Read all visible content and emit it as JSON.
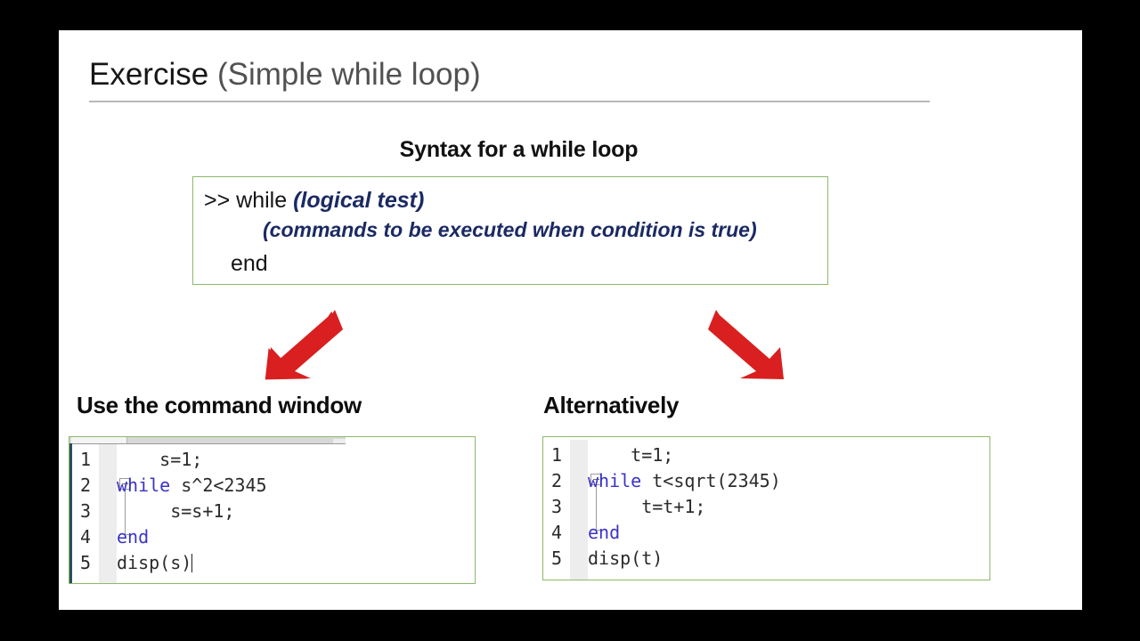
{
  "slide": {
    "title_strong": "Exercise",
    "title_rest": " (Simple while loop)",
    "syntax_heading": "Syntax for a while loop"
  },
  "syntax_box": {
    "line1_prefix": ">> while ",
    "line1_emphasis": "(logical test)",
    "line2_emphasis": "(commands to be executed when condition is true)",
    "line3": "end",
    "border_color": "#8db96b",
    "emphasis_color": "#1b2a63"
  },
  "arrows": {
    "color": "#d91f1f",
    "left": {
      "name": "down-left-arrow",
      "direction": "down-left"
    },
    "right": {
      "name": "down-right-arrow",
      "direction": "down-right"
    }
  },
  "left_panel": {
    "heading": "Use the command window",
    "editor": {
      "border_color": "#8db96b",
      "keyword_color": "#3a34c7",
      "line_numbers": [
        "1",
        "2",
        "3",
        "4",
        "5"
      ],
      "lines": [
        {
          "n": "1",
          "indent": "    ",
          "keyword": "",
          "rest": "s=1;"
        },
        {
          "n": "2",
          "indent": "",
          "keyword": "while",
          "rest": " s^2<2345"
        },
        {
          "n": "3",
          "indent": "     ",
          "keyword": "",
          "rest": "s=s+1;"
        },
        {
          "n": "4",
          "indent": "",
          "keyword": "end",
          "rest": ""
        },
        {
          "n": "5",
          "indent": "",
          "keyword": "",
          "rest": "disp(s)"
        }
      ],
      "caret_after_line": "5",
      "has_tab_strip": true,
      "has_accent_bar": true
    }
  },
  "right_panel": {
    "heading": "Alternatively",
    "editor": {
      "border_color": "#8db96b",
      "keyword_color": "#3a34c7",
      "line_numbers": [
        "1",
        "2",
        "3",
        "4",
        "5"
      ],
      "lines": [
        {
          "n": "1",
          "indent": "    ",
          "keyword": "",
          "rest": "t=1;"
        },
        {
          "n": "2",
          "indent": "",
          "keyword": "while",
          "rest": " t<sqrt(2345)"
        },
        {
          "n": "3",
          "indent": "     ",
          "keyword": "",
          "rest": "t=t+1;"
        },
        {
          "n": "4",
          "indent": "",
          "keyword": "end",
          "rest": ""
        },
        {
          "n": "5",
          "indent": "",
          "keyword": "",
          "rest": "disp(t)"
        }
      ],
      "has_tab_strip": false,
      "has_accent_bar": false
    }
  }
}
